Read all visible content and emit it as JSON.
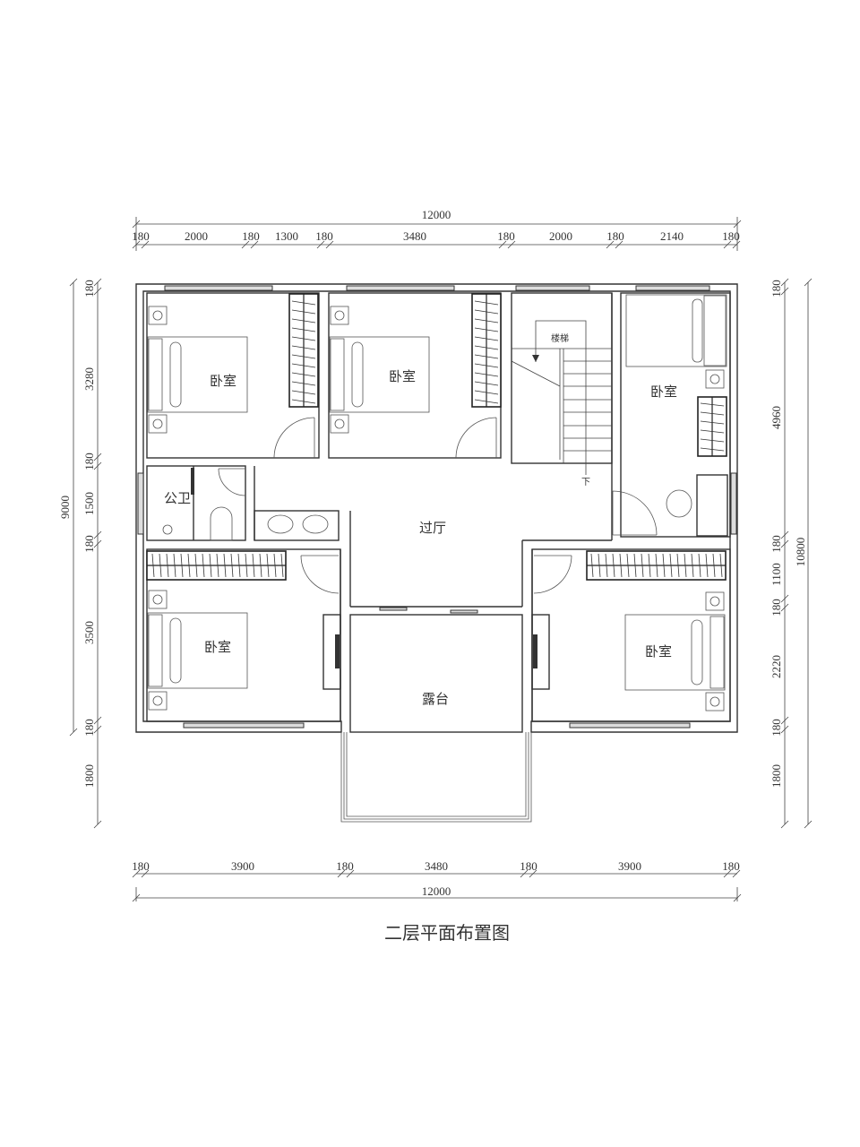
{
  "drawing_title": "二层平面布置图",
  "rooms": {
    "bedroom_nw": "卧室",
    "bedroom_n": "卧室",
    "bedroom_ne": "卧室",
    "bedroom_sw": "卧室",
    "bedroom_se": "卧室",
    "bathroom": "公卫",
    "hall": "过厅",
    "terrace": "露台",
    "stairs": "楼梯",
    "stairs_down": "下"
  },
  "dimensions": {
    "top_total": "12000",
    "top_segments": [
      "180",
      "2000",
      "180",
      "1300",
      "180",
      "3480",
      "180",
      "2000",
      "180",
      "2140",
      "180"
    ],
    "bottom_segments": [
      "180",
      "3900",
      "180",
      "3480",
      "180",
      "3900",
      "180"
    ],
    "bottom_total": "12000",
    "left_total": "9000",
    "left_segments": [
      "180",
      "3280",
      "180",
      "1500",
      "180",
      "3500",
      "180",
      "1800"
    ],
    "right_segments": [
      "180",
      "4960",
      "180",
      "1100",
      "180",
      "2220",
      "180",
      "1800"
    ],
    "right_total": "10800"
  },
  "colors": {
    "line": "#333333",
    "background": "#ffffff"
  }
}
